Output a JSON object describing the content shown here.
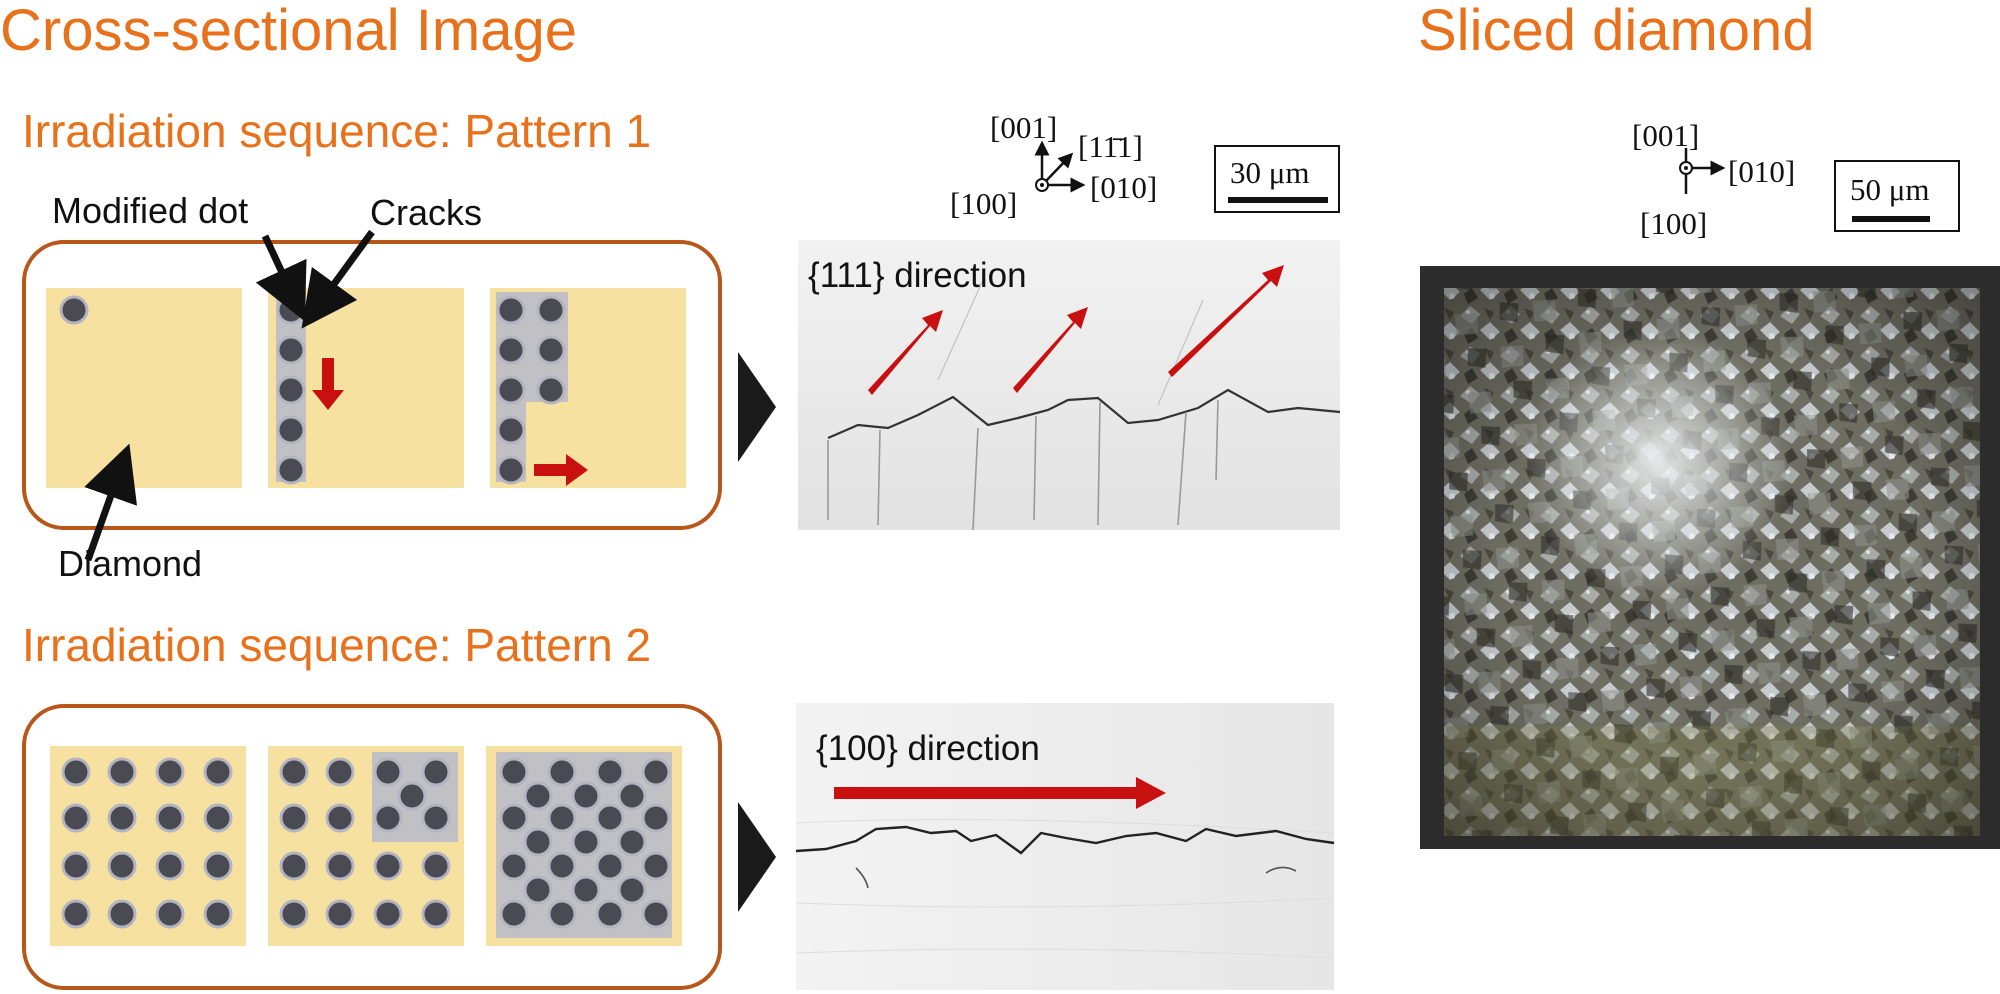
{
  "titles": {
    "cross_section": "Cross-sectional Image",
    "sliced": "Sliced diamond"
  },
  "pattern1": {
    "title": "Irradiation sequence: Pattern 1",
    "label_modified_dot": "Modified dot",
    "label_cracks": "Cracks",
    "label_diamond": "Diamond",
    "direction_text": "{111} direction",
    "axes": {
      "up": "[001]",
      "diag": "[11̄1]",
      "right": "[010]",
      "down": "[100]"
    },
    "scale_label": "30 μm"
  },
  "pattern2": {
    "title": "Irradiation sequence: Pattern 2",
    "direction_text": "{100} direction"
  },
  "sliced": {
    "axes": {
      "up": "[001]",
      "right": "[010]",
      "down": "[100]"
    },
    "scale_label": "50 μm"
  },
  "colors": {
    "title_orange": "#e8711c",
    "panel_border": "#b8571a",
    "diamond_fill": "#f6e1a0",
    "modified_gray": "#c0c0c5",
    "dot": "#4a4a52",
    "arrow_red": "#c81010"
  }
}
